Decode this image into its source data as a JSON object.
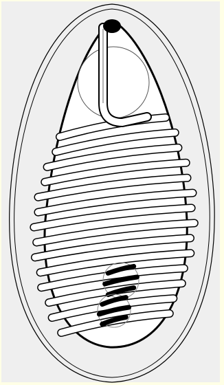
{
  "figure": {
    "colors": {
      "page_background": "#ffffe6",
      "panel_background": "#efefef",
      "outline": "#000000",
      "faint_outline": "#8a8a8a",
      "fill": "#ffffff"
    },
    "coil_turns": 14,
    "striped_circles": 2,
    "stripes_per_circle": 3
  }
}
